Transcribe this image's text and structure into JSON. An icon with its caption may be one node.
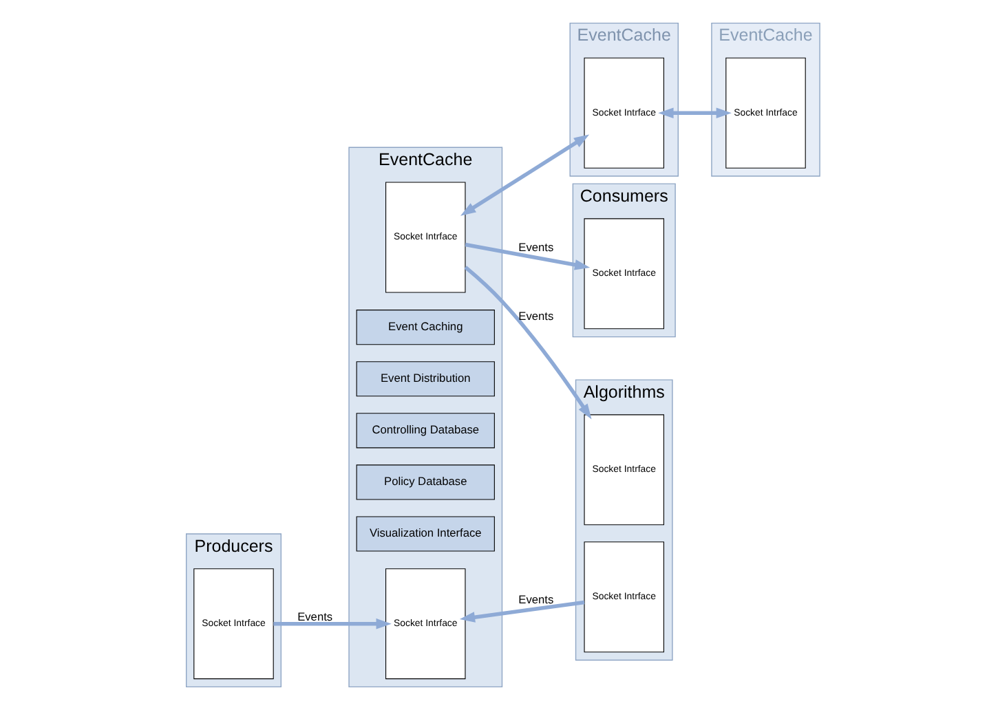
{
  "diagram": {
    "nodes": [
      {
        "text": [
          "EventCache"
        ]
      },
      {
        "text": [
          "Socket Intrface"
        ],
        "in": 0
      },
      {
        "text": [
          "EventCache"
        ]
      },
      {
        "text": [
          "Socket Intrface"
        ],
        "in": 2
      },
      {
        "text": [
          "Producers"
        ]
      },
      {
        "text": [
          "Socket Intrface"
        ],
        "in": 4
      },
      {
        "text": [
          "EventCache"
        ]
      },
      {
        "text": [
          "Socket Intrface"
        ],
        "in": 6
      },
      {
        "text": [
          "Event Caching"
        ],
        "in": 6
      },
      {
        "text": [
          "Event Distribution"
        ],
        "in": 6
      },
      {
        "text": [
          "Controlling Database"
        ],
        "in": 6
      },
      {
        "text": [
          "Policy Database"
        ],
        "in": 6
      },
      {
        "text": [
          "Visualization Interface"
        ],
        "in": 6
      },
      {
        "text": [
          "Socket Intrface"
        ],
        "in": 6
      },
      {
        "text": [
          "Consumers"
        ]
      },
      {
        "text": [
          "Socket Intrface"
        ],
        "in": 14
      },
      {
        "text": [
          "Algorithms"
        ]
      },
      {
        "text": [
          "Socket Intrface"
        ],
        "in": 16
      },
      {
        "text": [
          "Socket Intrface"
        ],
        "in": 16
      }
    ],
    "edges": [
      {
        "from": 5,
        "to": 7,
        "arrow": "to",
        "label": "Events"
      },
      {
        "from": 13,
        "to": 15,
        "arrow": "to",
        "label": "Events"
      },
      {
        "from": 13,
        "to": 18,
        "arrow": "to",
        "label": "Events"
      },
      {
        "from": 17,
        "to": 7,
        "arrow": "to",
        "label": "Events"
      },
      {
        "from": 13,
        "to": 3,
        "arrow": "both"
      },
      {
        "from": 3,
        "to": 1,
        "arrow": "both"
      }
    ]
  }
}
